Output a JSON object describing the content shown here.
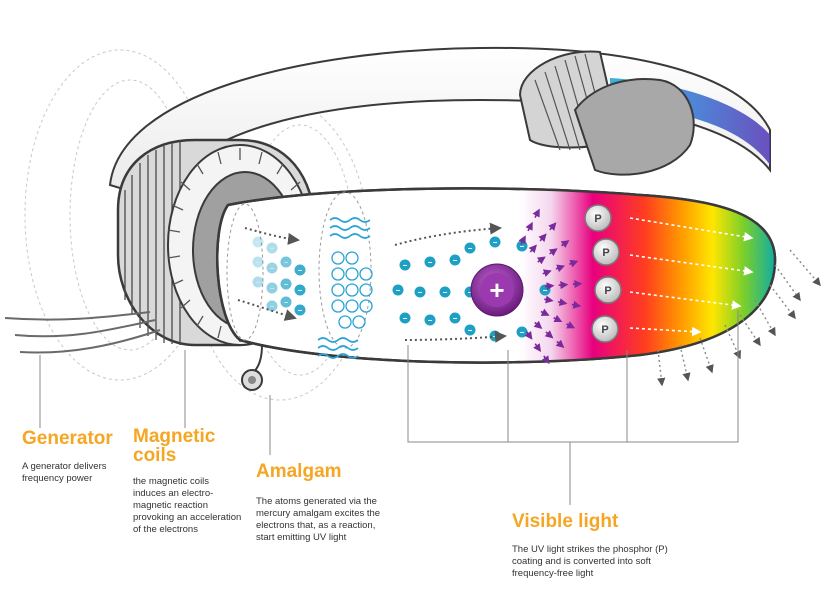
{
  "colors": {
    "accent": "#f5a623",
    "electron": "#1e9fc4",
    "nucleus": "#8b2a9e",
    "arrow_purple": "#7a2a9a",
    "tube": "#ffffff"
  },
  "diagram": {
    "stages": [
      {
        "label": "Generator",
        "description": "A generator delivers frequency power"
      },
      {
        "label": "Magnetic coils",
        "description": "the magnetic coils induces an electro-magnetic reaction provoking an acceleration of the electrons"
      },
      {
        "label": "Amalgam",
        "description": "The atoms generated via the mercury amalgam excites the electrons that, as a reaction, start emitting UV light"
      },
      {
        "label": "Visible light",
        "description": "The UV light strikes the phosphor (P) coating and is converted into soft frequency-free light"
      }
    ],
    "phosphor_label": "P",
    "nucleus_symbol": "+",
    "electron_symbol": "−"
  }
}
